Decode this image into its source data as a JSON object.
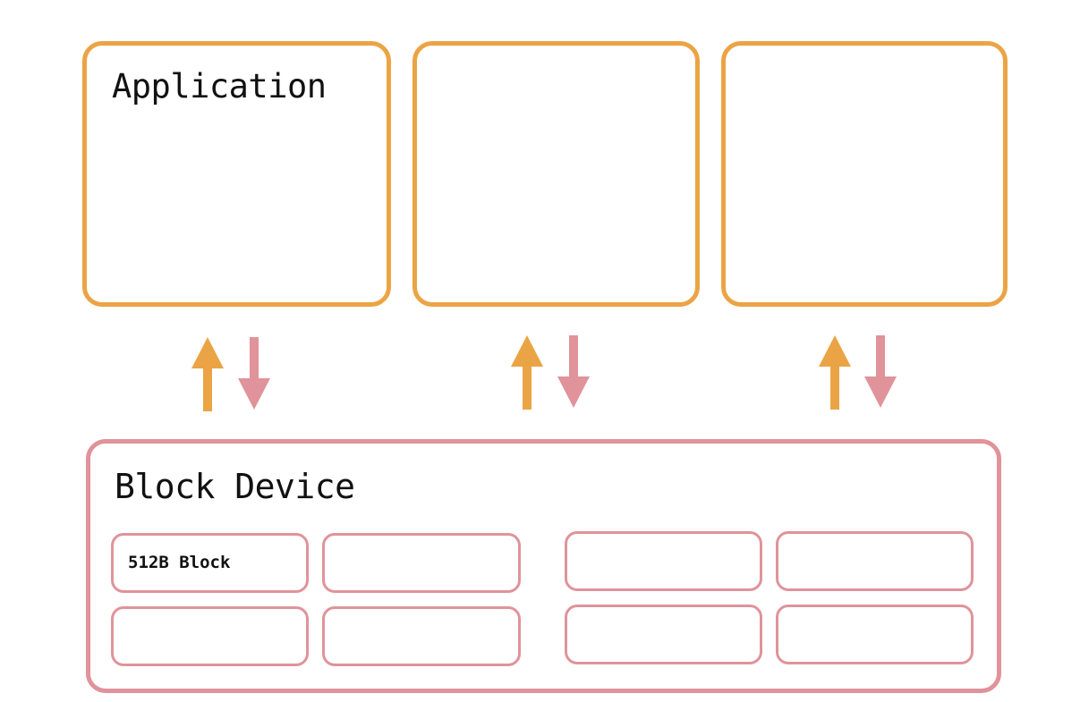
{
  "application": {
    "label": "Application"
  },
  "block_device": {
    "label": "Block Device",
    "block_label": "512B Block"
  },
  "colors": {
    "application_border": "#eba445",
    "up_arrow": "#eba445",
    "block_device_border": "#e0939a",
    "down_arrow": "#e0939a",
    "text": "#111111"
  }
}
